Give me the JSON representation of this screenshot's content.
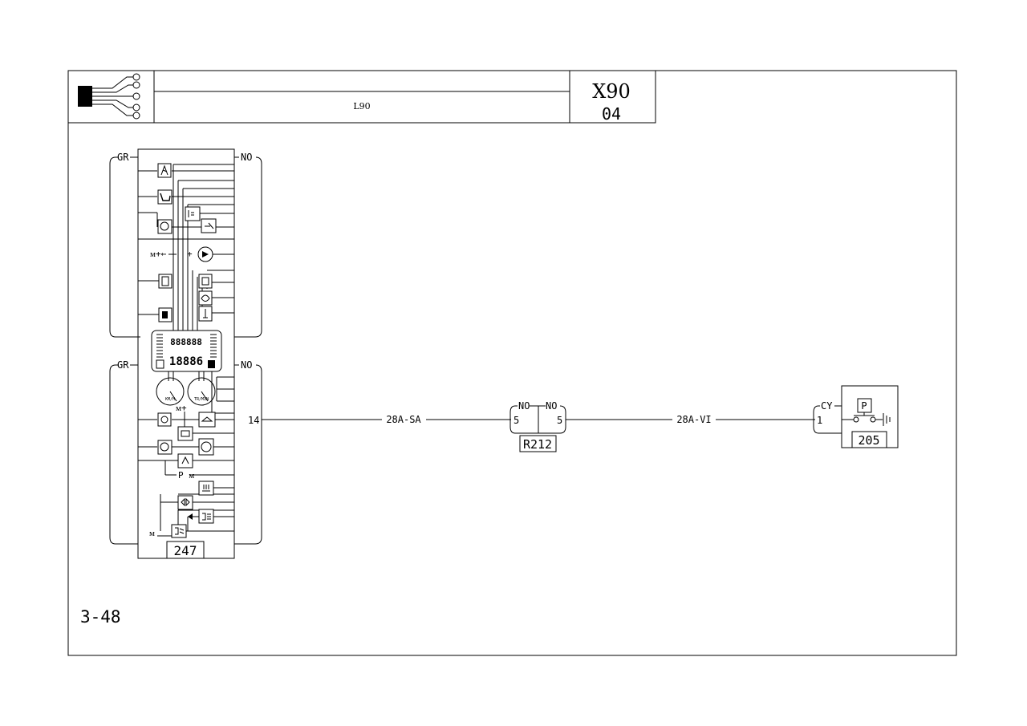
{
  "title_block": {
    "model": "X90",
    "sheet": "04",
    "vehicle": "L90"
  },
  "page_number": "3-48",
  "instrument_panel": {
    "id": "247",
    "connector_top_left": "GR",
    "connector_top_right": "NO",
    "connector_bottom_left": "GR",
    "connector_bottom_right": "NO",
    "output_pin": "14",
    "display_top": "888888",
    "display_bottom": "18886",
    "gauge_left_label": "KM/H",
    "gauge_right_label": "TR/MIN"
  },
  "wire_1": {
    "label": "28A-SA"
  },
  "relay_connector": {
    "id": "R212",
    "left_color": "NO",
    "right_color": "NO",
    "left_pin": "5",
    "right_pin": "5"
  },
  "wire_2": {
    "label": "28A-VI"
  },
  "switch_205": {
    "id": "205",
    "connector_color": "CY",
    "pin": "1",
    "symbol": "P"
  }
}
